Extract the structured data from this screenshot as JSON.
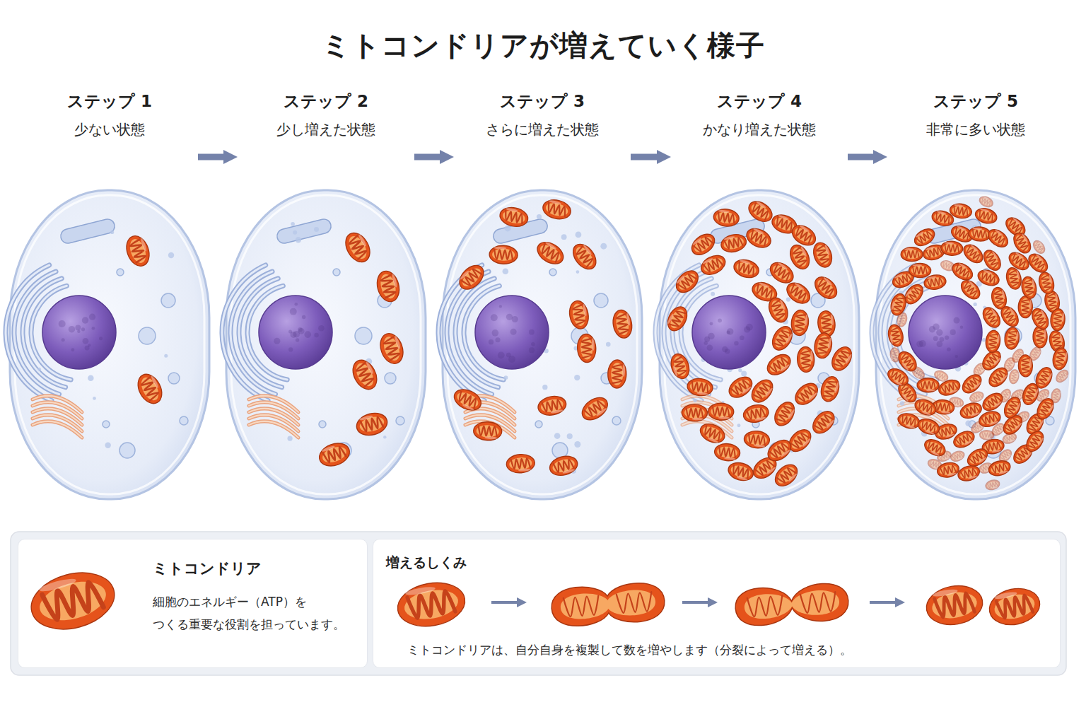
{
  "diagram": {
    "title": "ミトコンドリアが増えていく様子",
    "nodes": [
      {
        "text": [
          "ステップ 1",
          "少ない状態"
        ]
      },
      {
        "text": [
          "ステップ 2",
          "少し増えた状態"
        ]
      },
      {
        "text": [
          "ステップ 3",
          "さらに増えた状態"
        ]
      },
      {
        "text": [
          "ステップ 4",
          "かなり増えた状態"
        ]
      },
      {
        "text": [
          "ステップ 5",
          "非常に多い状態"
        ]
      },
      {
        "text": [
          "ミトコンドリア",
          "細胞のエネルギー（ATP）を つくる重要な役割を担っています。"
        ]
      },
      {
        "text": [
          "増えるしくみ",
          "ミトコンドリアは、自分自身を複製して数を増やします（分裂によって増える）。"
        ]
      }
    ],
    "edges": [
      {
        "from": 0,
        "to": 1,
        "arrow": "to"
      },
      {
        "from": 1,
        "to": 2,
        "arrow": "to"
      },
      {
        "from": 2,
        "to": 3,
        "arrow": "to"
      },
      {
        "from": 3,
        "to": 4,
        "arrow": "to"
      }
    ]
  }
}
